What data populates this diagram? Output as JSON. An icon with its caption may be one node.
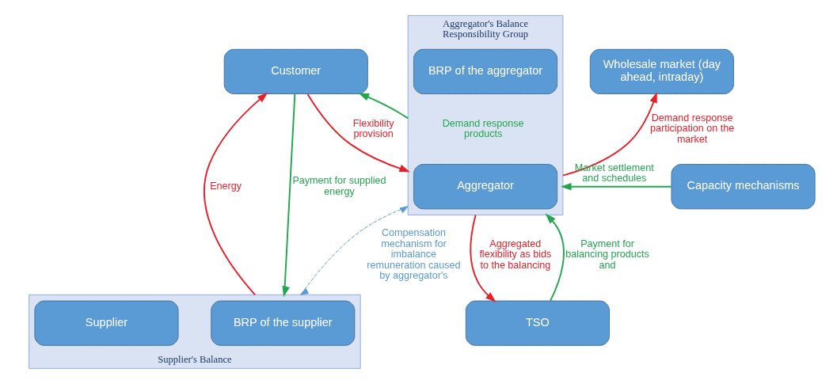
{
  "diagram": {
    "nodes": [
      {
        "text": [
          "Customer"
        ]
      },
      {
        "text": [
          "Aggregator's Balance Responsibility Group"
        ]
      },
      {
        "text": [
          "BRP of the aggregator"
        ],
        "in": 1
      },
      {
        "text": [
          "Aggregator"
        ],
        "in": 1
      },
      {
        "text": [
          "Wholesale market (day ahead, intraday)"
        ]
      },
      {
        "text": [
          "Capacity mechanisms"
        ]
      },
      {
        "text": [
          "Supplier's Balance"
        ]
      },
      {
        "text": [
          "BRP of the supplier"
        ],
        "in": 6
      },
      {
        "text": [
          "Supplier"
        ],
        "in": 6
      },
      {
        "text": [
          "TSO"
        ]
      }
    ],
    "edges": [
      {
        "from": 0,
        "to": 1,
        "arrow": "to",
        "label": "Flexibility provision",
        "color": "#e8202a"
      },
      {
        "from": 1,
        "to": 0,
        "arrow": "to",
        "label": "Demand response products",
        "color": "#22a650"
      },
      {
        "from": 6,
        "to": 0,
        "arrow": "to",
        "label": "Energy",
        "color": "#e8202a"
      },
      {
        "from": 0,
        "to": 6,
        "arrow": "to",
        "label": "Payment for supplied energy",
        "color": "#22a650"
      },
      {
        "from": 1,
        "to": 4,
        "arrow": "to",
        "label": "Demand response participation on the market",
        "color": "#e8202a"
      },
      {
        "from": 5,
        "to": 1,
        "arrow": "to",
        "label": "Market settlement and schedules",
        "color": "#22a650"
      },
      {
        "from": 1,
        "to": 9,
        "arrow": "to",
        "label": "Aggregated flexibility as bids to the balancing",
        "color": "#e8202a"
      },
      {
        "from": 9,
        "to": 1,
        "arrow": "to",
        "label": "Payment for balancing products and",
        "color": "#22a650"
      },
      {
        "from": 6,
        "to": 1,
        "arrow": "both",
        "label": "Compensation mechanism for imbalance remuneration caused by aggregator's",
        "style": "dashed",
        "color": "#5b9bd5"
      }
    ]
  }
}
